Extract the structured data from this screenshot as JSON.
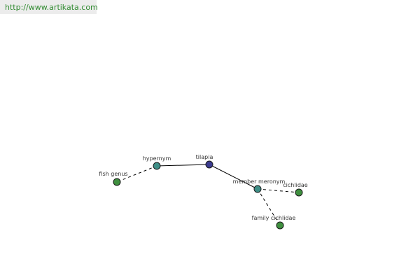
{
  "source": {
    "url_text": "http://www.artikata.com"
  },
  "diagram": {
    "nodes": [
      {
        "id": "tilapia",
        "label": "tilapia",
        "color": "#3b3b8f"
      },
      {
        "id": "hypernym",
        "label": "hypernym",
        "color": "#3e8e86"
      },
      {
        "id": "member-meronym",
        "label": "member meronym",
        "color": "#3e8e86"
      },
      {
        "id": "fish-genus",
        "label": "fish genus",
        "color": "#3f8f3f"
      },
      {
        "id": "cichlidae",
        "label": "cichlidae",
        "color": "#3f8f3f"
      },
      {
        "id": "family-cichlidae",
        "label": "family cichlidae",
        "color": "#3f8f3f"
      }
    ],
    "edges": [
      {
        "from": "tilapia",
        "to": "hypernym",
        "style": "solid"
      },
      {
        "from": "tilapia",
        "to": "member-meronym",
        "style": "solid"
      },
      {
        "from": "hypernym",
        "to": "fish-genus",
        "style": "dashed"
      },
      {
        "from": "member-meronym",
        "to": "cichlidae",
        "style": "dashed"
      },
      {
        "from": "member-meronym",
        "to": "family-cichlidae",
        "style": "dashed"
      }
    ]
  }
}
